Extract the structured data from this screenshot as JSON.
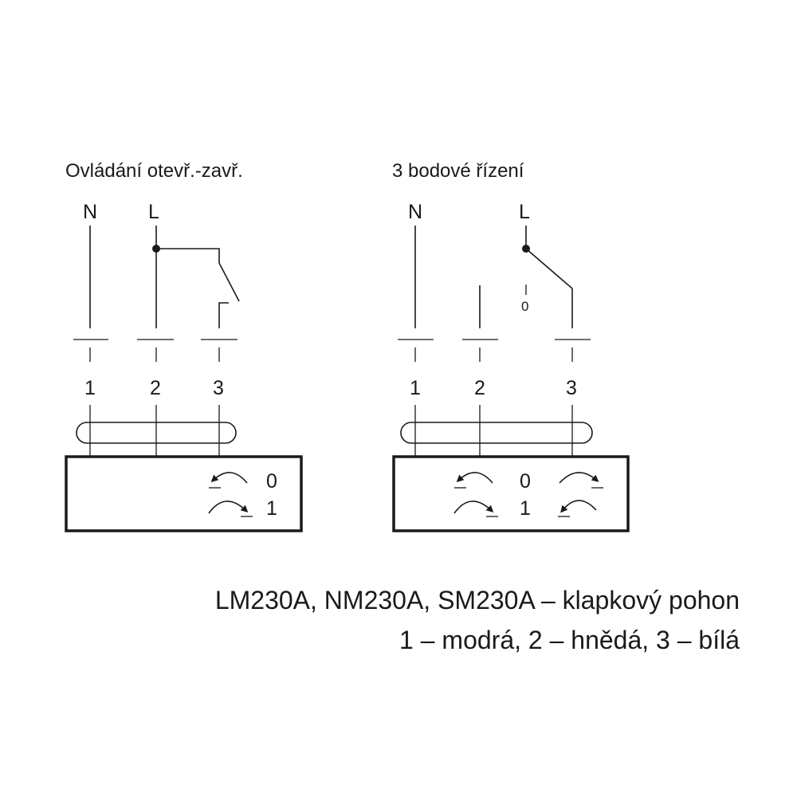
{
  "left": {
    "title": "Ovládání otevř.-zavř.",
    "line_labels": [
      "N",
      "L"
    ],
    "terminals": [
      "1",
      "2",
      "3"
    ],
    "positions": [
      "0",
      "1"
    ]
  },
  "right": {
    "title": "3 bodové řízení",
    "line_labels": [
      "N",
      "L"
    ],
    "switch_zero": "0",
    "terminals": [
      "1",
      "2",
      "3"
    ],
    "positions": [
      "0",
      "1"
    ]
  },
  "caption": {
    "line1": "LM230A, NM230A, SM230A – klapkový pohon",
    "line2": "1 – modrá, 2 – hnědá, 3 – bílá"
  },
  "icons": [
    "rotation-ccw-icon",
    "rotation-cw-icon"
  ]
}
